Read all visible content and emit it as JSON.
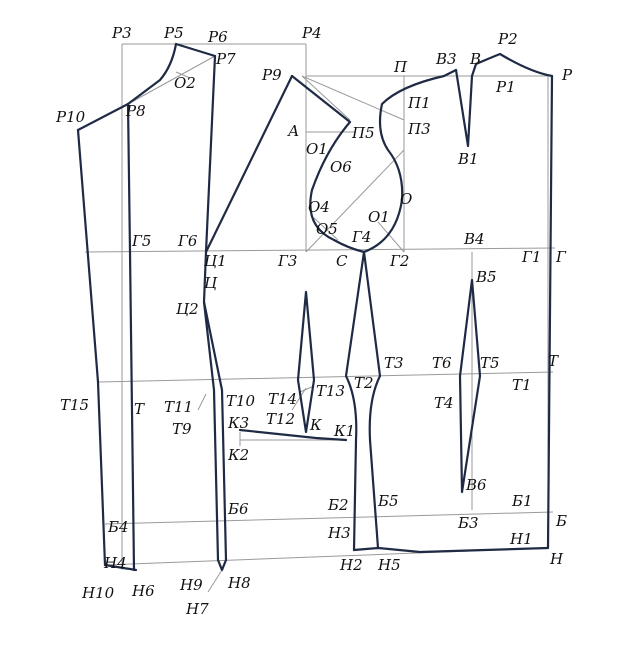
{
  "labels": {
    "P3": "Р3",
    "P5": "Р5",
    "P6": "Р6",
    "P4": "Р4",
    "P7": "Р7",
    "O2": "О2",
    "P9": "Р9",
    "P10": "Р10",
    "P8": "Р8",
    "P": "П",
    "B3": "В3",
    "B": "В",
    "P2": "Р2",
    "P1": "Р1",
    "R": "Р",
    "P1c": "П1",
    "P3c": "П3",
    "A": "А",
    "O1a": "О1",
    "P5c": "П5",
    "O6": "О6",
    "B1": "В1",
    "O": "О",
    "O4": "О4",
    "O1b": "О1",
    "O5": "О5",
    "G4": "Г4",
    "G5": "Г5",
    "G6": "Г6",
    "C1": "Ц1",
    "G3": "Г3",
    "S": "С",
    "G2": "Г2",
    "B4": "В4",
    "G1": "Г1",
    "G": "Г",
    "C": "Ц",
    "C2": "Ц2",
    "B5": "В5",
    "T3": "Т3",
    "T6": "Т6",
    "T5": "Т5",
    "T": "Т",
    "T15": "Т15",
    "Tb": "Т",
    "T11": "Т11",
    "T10": "Т10",
    "T14": "Т14",
    "T13": "Т13",
    "T2": "Т2",
    "T1": "Т1",
    "T4": "Т4",
    "T9": "Т9",
    "K3": "К3",
    "T12": "Т12",
    "K": "К",
    "K1": "К1",
    "K2": "К2",
    "B6": "В6",
    "B6b": "Б6",
    "B2": "Б2",
    "B5b": "Б5",
    "B1b": "Б1",
    "B4b": "Б4",
    "B3b": "Б3",
    "Bb": "Б",
    "H3": "Н3",
    "H1": "Н1",
    "H4": "Н4",
    "H2": "Н2",
    "H5": "Н5",
    "H": "Н",
    "H10": "Н10",
    "H6": "Н6",
    "H9": "Н9",
    "H8": "Н8",
    "H7": "Н7"
  },
  "colors": {
    "construction": "#9a9a9a",
    "outline": "#1f2a44",
    "text": "#111111"
  }
}
